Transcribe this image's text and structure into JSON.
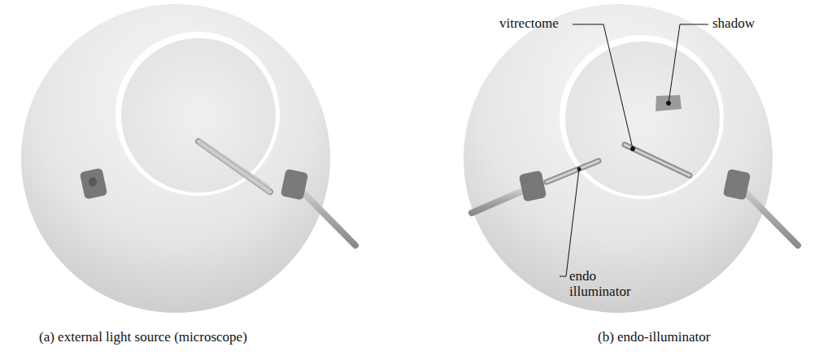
{
  "diagram": {
    "labels": [
      "vitrectome",
      "shadow",
      "endo illuminator",
      "(a) external light source (microscope)",
      "(b) endo-illuminator"
    ]
  }
}
